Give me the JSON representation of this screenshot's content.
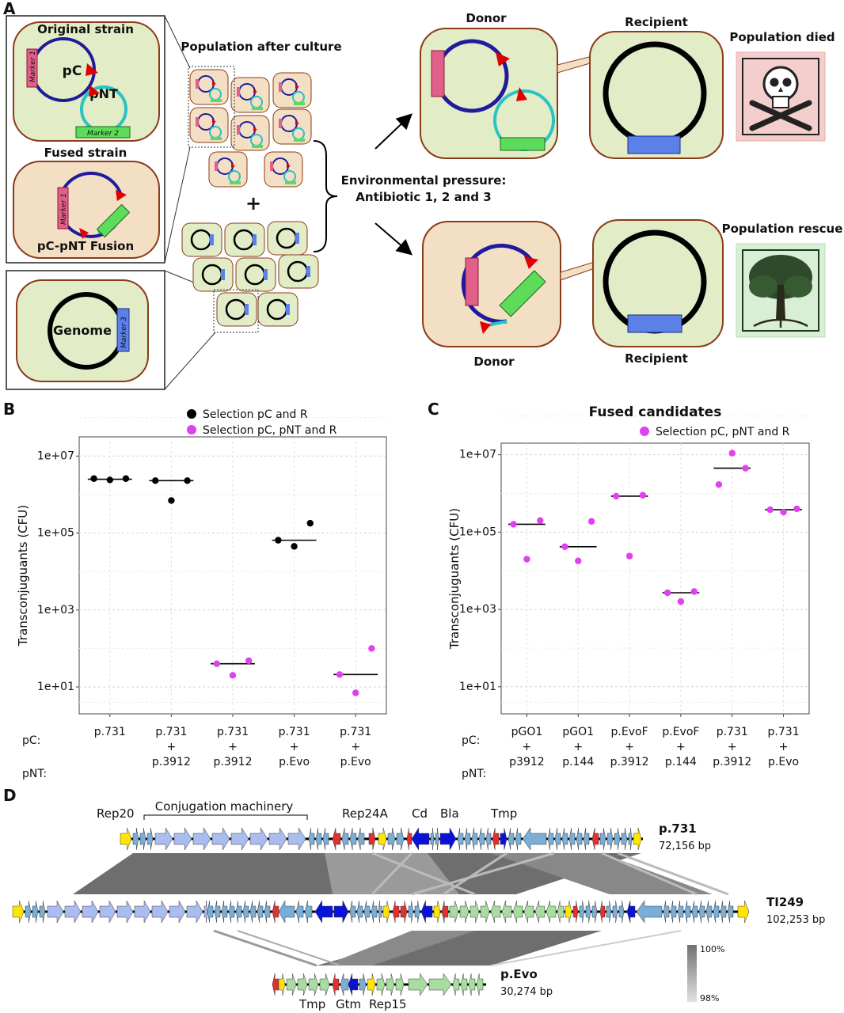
{
  "panels": {
    "a": "A",
    "b": "B",
    "c": "C",
    "d": "D"
  },
  "panel_a": {
    "original_strain": "Original strain",
    "fused_strain": "Fused strain",
    "plasmid_pc": "pC",
    "plasmid_pnt": "pNT",
    "marker1": "Marker 1",
    "marker2": "Marker 2",
    "marker3": "Marker 3",
    "fusion_label": "pC-pNT Fusion",
    "genome": "Genome",
    "population_after_culture": "Population after culture",
    "plus": "+",
    "pressure_line1": "Environmental pressure:",
    "pressure_line2": "Antibiotic 1, 2 and 3",
    "donor_top": "Donor",
    "recipient_top": "Recipient",
    "donor_bottom": "Donor",
    "recipient_bottom": "Recipient",
    "population_died": "Population died",
    "population_rescue": "Population rescue",
    "colors": {
      "cell_fill_green": "#e2ecc6",
      "cell_fill_tan": "#f3dfc4",
      "cell_border": "#8b3a1a",
      "pc_color": "#1f1b9c",
      "pnt_color": "#28c3c3",
      "marker1": "#e0608a",
      "marker2": "#5ddb5a",
      "marker3": "#5b80e8",
      "arrow_red": "#e00000"
    }
  },
  "chart_data": [
    {
      "type": "scatter",
      "panel": "B",
      "title": "",
      "ylabel": "Transconjuguants (CFU)",
      "yscale": "log",
      "yticks": [
        "1e+01",
        "1e+03",
        "1e+05",
        "1e+07"
      ],
      "ylim": [
        0.3,
        7.5
      ],
      "row_labels": [
        "pC:",
        "pNT:"
      ],
      "categories": [
        {
          "pc": "p.731",
          "plus": "",
          "pnt": ""
        },
        {
          "pc": "p.731",
          "plus": "+",
          "pnt": "p.3912"
        },
        {
          "pc": "p.731",
          "plus": "+",
          "pnt": "p.3912"
        },
        {
          "pc": "p.731",
          "plus": "+",
          "pnt": "p.Evo"
        },
        {
          "pc": "p.731",
          "plus": "+",
          "pnt": "p.Evo"
        }
      ],
      "legend": [
        "Selection pC and R",
        "Selection pC, pNT and R"
      ],
      "series_colors": [
        "#000000",
        "#e040f0"
      ],
      "groups": [
        {
          "series": 0,
          "median": 2500000,
          "points": [
            2600000,
            2400000,
            2600000
          ]
        },
        {
          "series": 0,
          "median": 2300000,
          "points": [
            2300000,
            700000,
            2300000
          ]
        },
        {
          "series": 1,
          "median": 40,
          "points": [
            40,
            20,
            48
          ]
        },
        {
          "series": 0,
          "median": 65000,
          "points": [
            65000,
            45000,
            180000
          ]
        },
        {
          "series": 1,
          "median": 21,
          "points": [
            21,
            7,
            100
          ]
        }
      ]
    },
    {
      "type": "scatter",
      "panel": "C",
      "title": "Fused candidates",
      "ylabel": "Transconjuguants (CFU)",
      "yscale": "log",
      "yticks": [
        "1e+01",
        "1e+03",
        "1e+05",
        "1e+07"
      ],
      "ylim": [
        0.3,
        7.3
      ],
      "row_labels": [
        "pC:",
        "pNT:"
      ],
      "categories": [
        {
          "pc": "pGO1",
          "plus": "+",
          "pnt": "p3912"
        },
        {
          "pc": "pGO1",
          "plus": "+",
          "pnt": "p.144"
        },
        {
          "pc": "p.EvoF",
          "plus": "+",
          "pnt": "p.3912"
        },
        {
          "pc": "p.EvoF",
          "plus": "+",
          "pnt": "p.144"
        },
        {
          "pc": "p.731",
          "plus": "+",
          "pnt": "p.3912"
        },
        {
          "pc": "p.731",
          "plus": "+",
          "pnt": "p.Evo"
        }
      ],
      "legend": [
        "Selection pC, pNT and R"
      ],
      "series_colors": [
        "#e040f0"
      ],
      "groups": [
        {
          "series": 0,
          "median": 160000,
          "points": [
            160000,
            20000,
            200000
          ]
        },
        {
          "series": 0,
          "median": 42000,
          "points": [
            42000,
            18000,
            190000
          ]
        },
        {
          "series": 0,
          "median": 850000,
          "points": [
            850000,
            24000,
            900000
          ]
        },
        {
          "series": 0,
          "median": 2700,
          "points": [
            2700,
            1600,
            2900
          ]
        },
        {
          "series": 0,
          "median": 4500000,
          "points": [
            1700000,
            11000000,
            4500000
          ]
        },
        {
          "series": 0,
          "median": 380000,
          "points": [
            380000,
            330000,
            400000
          ]
        }
      ]
    }
  ],
  "panel_d": {
    "plasmids": [
      {
        "name": "p.731",
        "size": "72,156 bp"
      },
      {
        "name": "TI249",
        "size": "102,253 bp"
      },
      {
        "name": "p.Evo",
        "size": "30,274 bp"
      }
    ],
    "gene_labels_top": [
      "Rep20",
      "Conjugation machinery",
      "Rep24A",
      "Cd",
      "Bla",
      "Tmp"
    ],
    "gene_labels_bottom": [
      "Tmp",
      "Gtm",
      "Rep15"
    ],
    "identity_scale": [
      "100%",
      "98%"
    ],
    "gene_colors": {
      "conjugation": "#a9bdf0",
      "other": "#7aaed6",
      "amr": "#0a12d8",
      "rep": "#ffe600",
      "red": "#e03030",
      "green": "#a8dca0"
    }
  }
}
